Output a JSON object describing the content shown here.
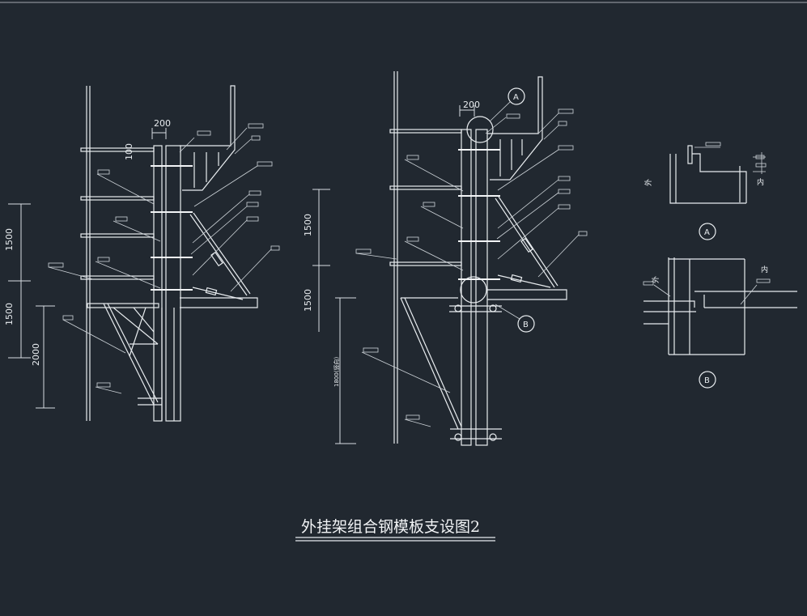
{
  "title": "外挂架组合钢模板支设图2",
  "detail_markers": [
    "A",
    "B"
  ],
  "left_view": {
    "dim_top": "200",
    "dim_small": "100",
    "dim_vertical": [
      "1500",
      "1500",
      "2000"
    ]
  },
  "middle_view": {
    "dim_top": "200",
    "dim_vertical": [
      "1500",
      "1500"
    ],
    "dim_vertical_label": "1800(竖向)"
  },
  "detail_a": {
    "outer_label": "外",
    "inner_label": "内"
  },
  "detail_b": {
    "outer_label": "外",
    "inner_label": "内"
  }
}
